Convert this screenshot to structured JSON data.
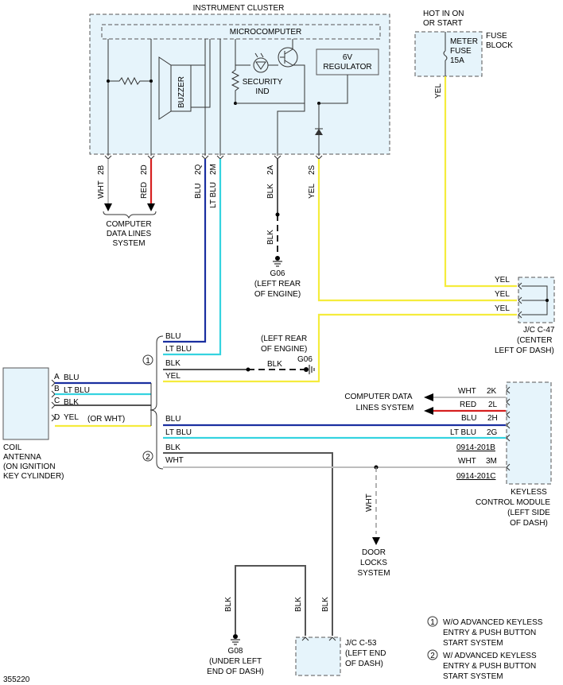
{
  "instrument_cluster": {
    "title": "INSTRUMENT CLUSTER",
    "microcomputer": "MICROCOMPUTER",
    "buzzer": "BUZZER",
    "security_ind": [
      "SECURITY",
      "IND"
    ],
    "regulator": [
      "6V",
      "REGULATOR"
    ],
    "pins": [
      {
        "pin": "2B",
        "color": "WHT"
      },
      {
        "pin": "2D",
        "color": "RED"
      },
      {
        "pin": "2Q",
        "color": "BLU"
      },
      {
        "pin": "2M",
        "color": "LT BLU"
      },
      {
        "pin": "2A",
        "color": "BLK"
      },
      {
        "pin": "2S",
        "color": "YEL"
      }
    ]
  },
  "computer_data_lines_top": [
    "COMPUTER",
    "DATA LINES",
    "SYSTEM"
  ],
  "fuse": {
    "hot_label": [
      "HOT IN ON",
      "OR START"
    ],
    "fuse_name": [
      "METER",
      "FUSE",
      "15A"
    ],
    "block_label": [
      "FUSE",
      "BLOCK"
    ],
    "wire": "YEL"
  },
  "ground_g06_top": {
    "wire": "BLK",
    "name": "G06",
    "location": [
      "(LEFT REAR",
      "OF ENGINE)"
    ]
  },
  "jc_c47": {
    "wires": [
      "YEL",
      "YEL",
      "YEL"
    ],
    "label": [
      "J/C C-47",
      "(CENTER",
      "LEFT OF DASH)"
    ]
  },
  "coil_antenna": {
    "label": [
      "COIL",
      "ANTENNA",
      "(ON IGNITION",
      "KEY CYLINDER)"
    ],
    "pins": [
      {
        "pin": "A",
        "color": "BLU"
      },
      {
        "pin": "B",
        "color": "LT BLU"
      },
      {
        "pin": "C",
        "color": "BLK"
      },
      {
        "pin": "D",
        "color": "YEL",
        "note": "(OR WHT)"
      }
    ]
  },
  "variant1": {
    "marker": "1",
    "wires": [
      "BLU",
      "LT BLU",
      "BLK",
      "YEL"
    ],
    "ground": {
      "location": [
        "(LEFT REAR",
        "OF ENGINE)"
      ],
      "wire": "BLK",
      "name": "G06"
    }
  },
  "variant2": {
    "marker": "2",
    "wires": [
      "BLU",
      "LT BLU",
      "BLK",
      "WHT"
    ]
  },
  "keyless_module": {
    "label": [
      "KEYLESS",
      "CONTROL MODULE",
      "(LEFT SIDE",
      "OF DASH)"
    ],
    "computer_data_lines": [
      "COMPUTER DATA",
      "LINES SYSTEM"
    ],
    "pins": [
      {
        "pin": "2K",
        "color": "WHT"
      },
      {
        "pin": "2L",
        "color": "RED"
      },
      {
        "pin": "2H",
        "color": "BLU"
      },
      {
        "pin": "2G",
        "color": "LT BLU"
      },
      {
        "pin": "3M",
        "color": "WHT"
      }
    ],
    "connectors": [
      "0914-201B",
      "0914-201C"
    ]
  },
  "door_locks": {
    "wire": "WHT",
    "label": [
      "DOOR",
      "LOCKS",
      "SYSTEM"
    ]
  },
  "ground_g08": {
    "wire": "BLK",
    "name": "G08",
    "location": [
      "(UNDER LEFT",
      "END OF DASH)"
    ]
  },
  "jc_c53": {
    "wires": [
      "BLK",
      "BLK"
    ],
    "label": [
      "J/C C-53",
      "(LEFT END",
      "OF DASH)"
    ]
  },
  "legend": [
    {
      "marker": "1",
      "lines": [
        "W/O ADVANCED KEYLESS",
        "ENTRY & PUSH BUTTON",
        "START SYSTEM"
      ]
    },
    {
      "marker": "2",
      "lines": [
        "W/ ADVANCED KEYLESS",
        "ENTRY & PUSH BUTTON",
        "START SYSTEM"
      ]
    }
  ],
  "figure_number": "355220"
}
